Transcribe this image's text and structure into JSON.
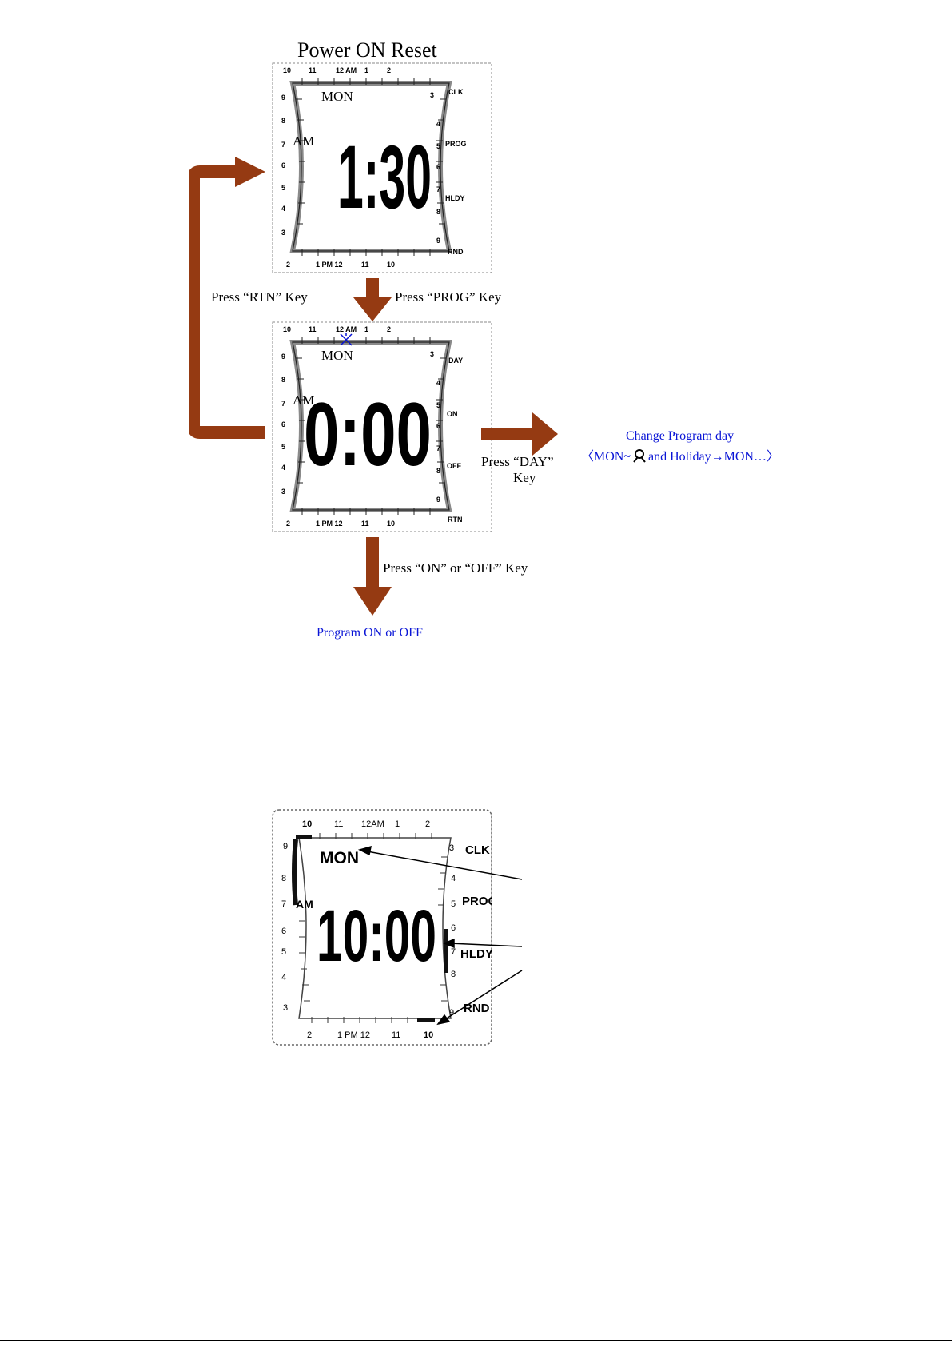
{
  "diagram": {
    "title": "Power ON Reset",
    "display1": {
      "top_ticks": [
        "10",
        "11",
        "12 AM",
        "1",
        "2"
      ],
      "bottom_ticks": [
        "2",
        "1 PM 12",
        "11",
        "10"
      ],
      "left_ticks": [
        "9",
        "8",
        "7",
        "6",
        "5",
        "4",
        "3"
      ],
      "right_ticks": [
        "3",
        "4",
        "5",
        "6",
        "7",
        "8",
        "9"
      ],
      "day": "MON",
      "ampm": "AM",
      "time": "1:30",
      "side_labels": [
        "CLK",
        "PROG",
        "HLDY",
        "RND"
      ]
    },
    "display2": {
      "top_ticks": [
        "10",
        "11",
        "12 AM",
        "1",
        "2"
      ],
      "bottom_ticks": [
        "2",
        "1 PM 12",
        "11",
        "10"
      ],
      "left_ticks": [
        "9",
        "8",
        "7",
        "6",
        "5",
        "4",
        "3"
      ],
      "right_ticks": [
        "3",
        "4",
        "5",
        "6",
        "7",
        "8",
        "9"
      ],
      "day": "MON",
      "ampm": "AM",
      "time": "0:00",
      "side_labels": [
        "DAY",
        "ON",
        "OFF",
        "RTN"
      ]
    },
    "display3": {
      "top_ticks": [
        "10",
        "11",
        "12AM",
        "1",
        "2"
      ],
      "bottom_ticks": [
        "2",
        "1 PM 12",
        "11",
        "10"
      ],
      "left_ticks": [
        "9",
        "8",
        "7",
        "6",
        "5",
        "4",
        "3"
      ],
      "right_ticks": [
        "3",
        "4",
        "5",
        "6",
        "7",
        "8",
        "9"
      ],
      "day": "MON",
      "ampm": "AM",
      "time": "10:00",
      "side_labels": [
        "CLK",
        "PROG",
        "HLDY",
        "RND"
      ]
    },
    "labels": {
      "press_rtn": "Press “RTN” Key",
      "press_prog": "Press “PROG” Key",
      "press_day_1": "Press “DAY”",
      "press_day_2": "Key",
      "press_onoff": "Press “ON” or “OFF” Key",
      "change_day_1": "Change Program day",
      "change_day_2a": "〈MON~",
      "change_day_2b": "and Holiday→MON…〉",
      "program_onoff": "Program ON or OFF"
    },
    "colors": {
      "arrow": "#953a12",
      "blue_text": "#0a15d6",
      "lcd_outline": "#9a9a9a"
    },
    "icons": [
      "holiday-lamp-icon",
      "blink-indicator-icon"
    ]
  }
}
